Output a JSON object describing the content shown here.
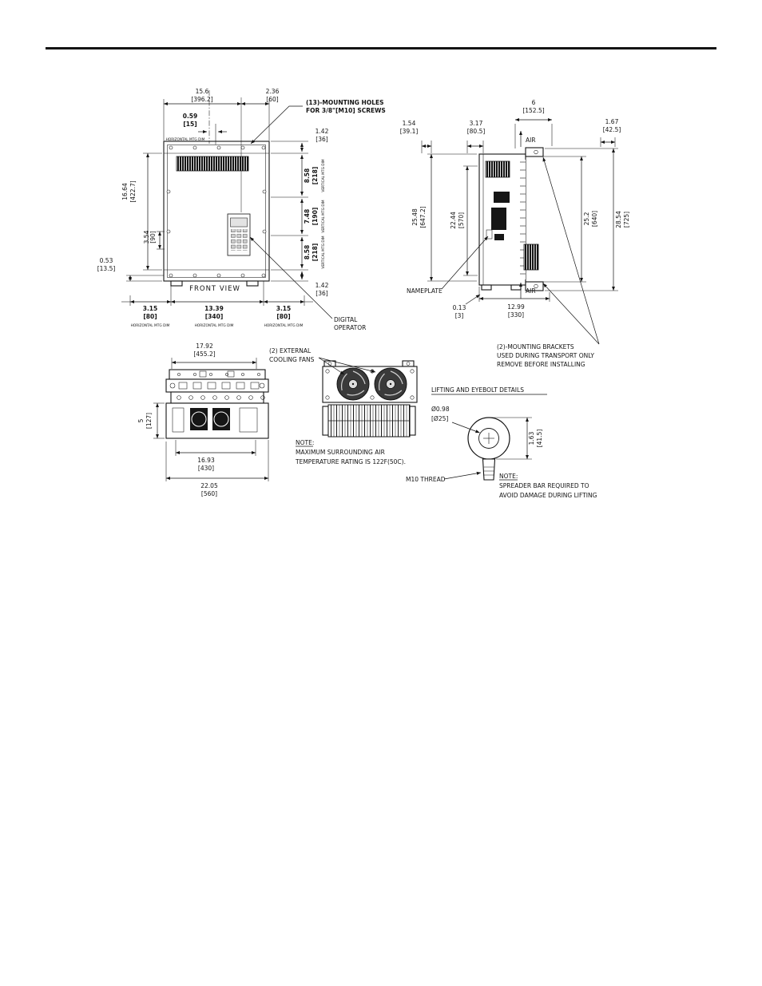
{
  "front_view": {
    "title": "FRONT VIEW",
    "note_mounting_holes": {
      "line1": "(13)-MOUNTING HOLES",
      "line2": "FOR 3/8\"[M10] SCREWS"
    },
    "label_digital_operator": {
      "line1": "DIGITAL",
      "line2": "OPERATOR"
    },
    "tiny_horizontal_mtg": "HORIZONTAL MTG DIM",
    "tiny_vertical_mtg": "VERTICAL MTG DIM",
    "dim_width": {
      "in": "15.6",
      "mm": "[396.2]"
    },
    "dim_width_right": {
      "in": "2.36",
      "mm": "[60]"
    },
    "dim_offset_center": {
      "in": "0.59",
      "mm": "[15]"
    },
    "dim_flange_top": {
      "in": "1.42",
      "mm": "[36]"
    },
    "dim_mtg_height": {
      "in": "16.64",
      "mm": "[422.7]"
    },
    "dim_operator": {
      "in": "3.54",
      "mm": "[90]"
    },
    "dim_vert_top": {
      "in": "8.58",
      "mm": "[218]"
    },
    "dim_vert_mid": {
      "in": "7.48",
      "mm": "[190]"
    },
    "dim_vert_bot": {
      "in": "8.58",
      "mm": "[218]"
    },
    "dim_bottom_offset": {
      "in": "0.53",
      "mm": "[13.5]"
    },
    "dim_bot_left": {
      "in": "3.15",
      "mm": "[80]"
    },
    "dim_bot_center": {
      "in": "13.39",
      "mm": "[340]"
    },
    "dim_bot_right": {
      "in": "3.15",
      "mm": "[80]"
    },
    "dim_flange_bottom": {
      "in": "1.42",
      "mm": "[36]"
    }
  },
  "side_view": {
    "dim_depth_top": {
      "in": "6",
      "mm": "[152.5]"
    },
    "dim_154": {
      "in": "1.54",
      "mm": "[39.1]"
    },
    "dim_317": {
      "in": "3.17",
      "mm": "[80.5]"
    },
    "dim_167": {
      "in": "1.67",
      "mm": "[42.5]"
    },
    "air_label": "AIR",
    "dim_2548": {
      "in": "25.48",
      "mm": "[647.2]"
    },
    "dim_2244": {
      "in": "22.44",
      "mm": "[570]"
    },
    "dim_252": {
      "in": "25.2",
      "mm": "[640]"
    },
    "dim_2854": {
      "in": "28.54",
      "mm": "[725]"
    },
    "nameplate_label": "NAMEPLATE",
    "dim_013": {
      "in": "0.13",
      "mm": "[3]"
    },
    "dim_1299": {
      "in": "12.99",
      "mm": "[330]"
    },
    "note_brackets": {
      "line1": "(2)-MOUNTING BRACKETS",
      "line2": "USED DURING TRANSPORT ONLY",
      "line3": "REMOVE BEFORE INSTALLING"
    }
  },
  "top_view": {
    "dim_1792": {
      "in": "17.92",
      "mm": "[455.2]"
    },
    "dim_5": {
      "in": "5",
      "mm": "[127]"
    },
    "dim_1693": {
      "in": "16.93",
      "mm": "[430]"
    },
    "dim_2205": {
      "in": "22.05",
      "mm": "[560]"
    }
  },
  "fan_view": {
    "label": {
      "line1": "(2) EXTERNAL",
      "line2": "COOLING FANS"
    }
  },
  "air_note": {
    "title": "NOTE:",
    "line1": "MAXIMUM SURROUNDING AIR",
    "line2": "TEMPERATURE RATING IS 122F(50C)."
  },
  "lifting": {
    "title": "LIFTING AND EYEBOLT DETAILS",
    "dim_eye_dia": {
      "in": "Ø0.98",
      "mm": "[Ø25]"
    },
    "dim_163": {
      "in": "1.63",
      "mm": "[41.5]"
    },
    "thread_label": "M10 THREAD",
    "note": {
      "title": "NOTE:",
      "line1": "SPREADER BAR REQUIRED TO",
      "line2": "AVOID DAMAGE DURING LIFTING"
    }
  }
}
